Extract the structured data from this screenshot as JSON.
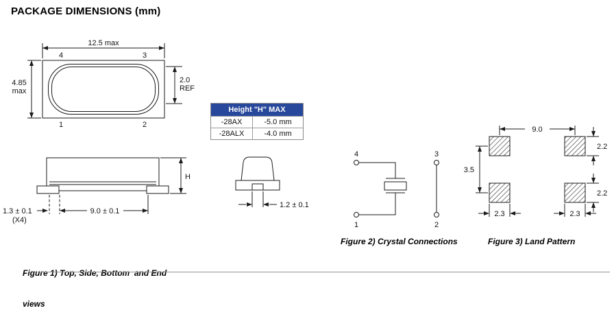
{
  "title": "PACKAGE DIMENSIONS (mm)",
  "top_view": {
    "dim_width": "12.5 max",
    "dim_height_1": "4.85",
    "dim_height_2": "max",
    "dim_ref_1": "2.0",
    "dim_ref_2": "REF",
    "pin_tl": "4",
    "pin_tr": "3",
    "pin_bl": "1",
    "pin_br": "2"
  },
  "height_table": {
    "header": "Height \"H\" MAX",
    "rows": [
      {
        "suffix": "-28AX",
        "height": "-5.0 mm"
      },
      {
        "suffix": "-28ALX",
        "height": "-4.0 mm"
      }
    ]
  },
  "side_view": {
    "dim_h": "H",
    "dim_length": "9.0 ± 0.1",
    "dim_pad_1": "1.3 ± 0.1",
    "dim_pad_2": "(X4)"
  },
  "end_view": {
    "dim_width": "1.2 ± 0.1"
  },
  "crystal_connections": {
    "pin_tl": "4",
    "pin_tr": "3",
    "pin_bl": "1",
    "pin_br": "2"
  },
  "land_pattern": {
    "dim_span": "9.0",
    "dim_pad_h_top": "2.2",
    "dim_pitch_v": "3.5",
    "dim_pad_h_bottom": "2.2",
    "dim_pad_w_left": "2.3",
    "dim_pad_w_right": "2.3"
  },
  "captions": {
    "figure1_line1": "Figure 1) Top, Side, Bottom  and End",
    "figure1_line2": "views",
    "figure2": "Figure 2) Crystal Connections",
    "figure3": "Figure 3) Land Pattern"
  },
  "colors": {
    "table_header_bg": "#27489b",
    "line_color": "#1a1a1a"
  }
}
